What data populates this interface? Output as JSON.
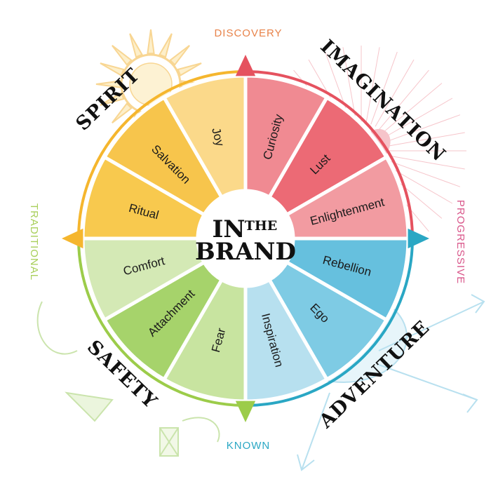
{
  "axes": {
    "top": {
      "label": "DISCOVERY",
      "color": "#e8834a"
    },
    "bottom": {
      "label": "KNOWN",
      "color": "#2aa7c4"
    },
    "left": {
      "label": "TRADITIONAL",
      "color": "#a8cf5a"
    },
    "right": {
      "label": "PROGRESSIVE",
      "color": "#d9568a"
    }
  },
  "center": {
    "line1": "IN",
    "line1_small": "THE",
    "line2": "BRAND"
  },
  "quadrants": {
    "spirit": {
      "title": "SPIRIT",
      "color": "#f5bf3a",
      "slices": [
        "Joy",
        "Salvation",
        "Ritual"
      ]
    },
    "imagination": {
      "title": "IMAGINATION",
      "color": "#ea6d77",
      "slices": [
        "Curiosity",
        "Lust",
        "Enlightenment"
      ]
    },
    "adventure": {
      "title": "ADVENTURE",
      "color": "#6cc3dd",
      "slices": [
        "Rebellion",
        "Ego",
        "Inspiration"
      ]
    },
    "safety": {
      "title": "SAFETY",
      "color": "#9ccc5a",
      "slices": [
        "Fear",
        "Attachment",
        "Comfort"
      ]
    }
  },
  "slice_colors": {
    "Joy": "#fbd98a",
    "Salvation": "#f7c54c",
    "Ritual": "#f8c94e",
    "Curiosity": "#f08a92",
    "Lust": "#ec6a75",
    "Enlightenment": "#f29ba1",
    "Rebellion": "#66c0de",
    "Ego": "#7ecbe4",
    "Inspiration": "#b7e0ef",
    "Fear": "#c8e4a0",
    "Attachment": "#a6d36b",
    "Comfort": "#d4e9b5"
  },
  "ring_colors": {
    "spirit": "#f5b62e",
    "imagination": "#e5525f",
    "adventure": "#2aa7c4",
    "safety": "#9ccc4a"
  }
}
